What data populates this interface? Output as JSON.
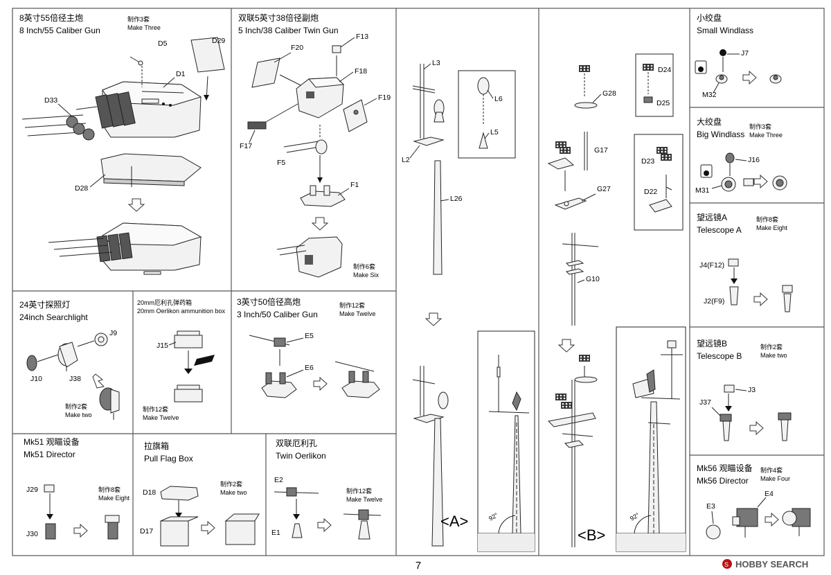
{
  "sections": {
    "main_gun": {
      "title_cn": "8英寸55倍径主炮",
      "title_en": "8 Inch/55 Caliber Gun",
      "qty_cn": "制作3套",
      "qty_en": "Make Three",
      "parts": {
        "d5": "D5",
        "d29": "D29",
        "d1": "D1",
        "d33": "D33",
        "d28": "D28"
      }
    },
    "twin_gun": {
      "title_cn": "双联5英寸38倍径副炮",
      "title_en": "5 Inch/38 Caliber Twin Gun",
      "qty_cn": "制作6套",
      "qty_en": "Make Six",
      "parts": {
        "f13": "F13",
        "f20": "F20",
        "f18": "F18",
        "f19": "F19",
        "f17": "F17",
        "f5": "F5",
        "f1": "F1"
      }
    },
    "searchlight": {
      "title_cn": "24英寸探照灯",
      "title_en": "24inch Searchlight",
      "qty_cn": "制作2套",
      "qty_en": "Make two",
      "parts": {
        "j9": "J9",
        "j10": "J10",
        "j38": "J38"
      }
    },
    "ammo_box": {
      "title_cn": "20mm厄利孔弹药箱",
      "title_en": "20mm Oerlikon ammunition box",
      "qty_cn": "制作12套",
      "qty_en": "Make Twelve",
      "parts": {
        "j15": "J15"
      }
    },
    "aa_gun": {
      "title_cn": "3英寸50倍径高炮",
      "title_en": "3 Inch/50 Caliber Gun",
      "qty_cn": "制作12套",
      "qty_en": "Make Twelve",
      "parts": {
        "e5": "E5",
        "e6": "E6"
      }
    },
    "mk51": {
      "title_cn": "Mk51 观瞄设备",
      "title_en": "Mk51  Director",
      "qty_cn": "制作8套",
      "qty_en": "Make Eight",
      "parts": {
        "j29": "J29",
        "j30": "J30"
      }
    },
    "flag_box": {
      "title_cn": "拉旗箱",
      "title_en": "Pull Flag Box",
      "qty_cn": "制作2套",
      "qty_en": "Make two",
      "parts": {
        "d18": "D18",
        "d17": "D17"
      }
    },
    "twin_oerlikon": {
      "title_cn": "双联厄利孔",
      "title_en": "Twin Oerlikon",
      "qty_cn": "制作12套",
      "qty_en": "Make Twelve",
      "parts": {
        "e2": "E2",
        "e1": "E1"
      }
    },
    "mast_a": {
      "tag": "<A>",
      "angle": "92°",
      "parts": {
        "l3": "L3",
        "l6": "L6",
        "l5": "L5",
        "l2": "L2",
        "l26": "L26"
      }
    },
    "mast_b": {
      "tag": "<B>",
      "angle": "92°",
      "parts": {
        "g28": "G28",
        "g17": "G17",
        "g27": "G27",
        "g10": "G10",
        "d24": "D24",
        "d25": "D25",
        "d23": "D23",
        "d22": "D22"
      }
    },
    "small_windlass": {
      "title_cn": "小绞盘",
      "title_en": "Small Windlass",
      "parts": {
        "j7": "J7",
        "m32": "M32"
      }
    },
    "big_windlass": {
      "title_cn": "大绞盘",
      "title_en": "Big Windlass",
      "qty_cn": "制作3套",
      "qty_en": "Make Three",
      "parts": {
        "j16": "J16",
        "m31": "M31"
      }
    },
    "telescope_a": {
      "title_cn": "望远镜A",
      "title_en": "Telescope A",
      "qty_cn": "制作8套",
      "qty_en": "Make Eight",
      "parts": {
        "j4": "J4(F12)",
        "j2": "J2(F9)"
      }
    },
    "telescope_b": {
      "title_cn": "望远镜B",
      "title_en": "Telescope B",
      "qty_cn": "制作2套",
      "qty_en": "Make two",
      "parts": {
        "j3": "J3",
        "j37": "J37"
      }
    },
    "mk56": {
      "title_cn": "Mk56 观瞄设备",
      "title_en": "Mk56 Director",
      "qty_cn": "制作4套",
      "qty_en": "Make Four",
      "parts": {
        "e4": "E4",
        "e3": "E3"
      }
    }
  },
  "page_number": "7",
  "watermark": "HOBBY SEARCH"
}
